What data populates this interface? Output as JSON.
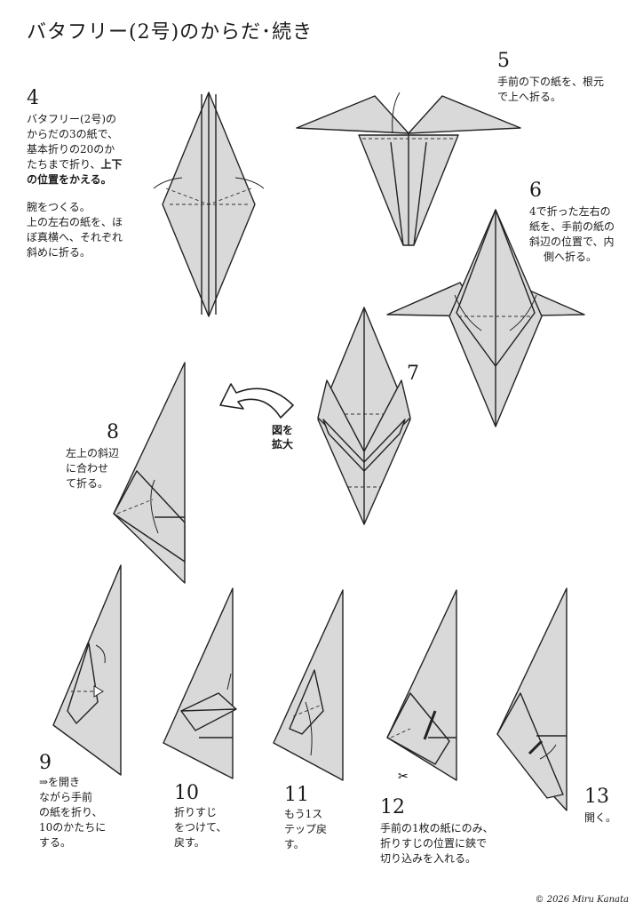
{
  "title": "バタフリー(2号)のからだ･続き",
  "steps": [
    {
      "num": "4",
      "lines": [
        "バタフリー(2号)の",
        "からだの3の紙で、",
        "基本折りの20のか"
      ],
      "line4_prefix": "たちまで折り、",
      "line4_bold": "上下",
      "line5_bold": "の位置をかえる。",
      "lines2": [
        "腕をつくる。",
        "上の左右の紙を、ほ",
        "ぼ真横へ、それぞれ",
        "斜めに折る。"
      ]
    },
    {
      "num": "5",
      "lines": [
        "手前の下の紙を、根元",
        "で上へ折る。"
      ]
    },
    {
      "num": "6",
      "lines": [
        "4で折った左右の",
        "紙を、手前の紙の",
        "斜辺の位置で、内",
        "側へ折る。"
      ]
    },
    {
      "num": "7",
      "lines": []
    },
    {
      "num": "8",
      "lines": [
        "左上の斜辺",
        "に合わせ",
        "て折る。"
      ]
    },
    {
      "num": "9",
      "lines": [
        "⇒を開き",
        "ながら手前",
        "の紙を折り、",
        "10のかたちに",
        "する。"
      ]
    },
    {
      "num": "10",
      "lines": [
        "折りすじ",
        "をつけて、",
        "戻す。"
      ]
    },
    {
      "num": "11",
      "lines": [
        "もう1ス",
        "テップ戻",
        "す。"
      ]
    },
    {
      "num": "12",
      "lines": [
        "手前の1枚の紙にのみ、",
        "折りすじの位置に鋏で",
        "切り込みを入れる。"
      ]
    },
    {
      "num": "13",
      "lines": [
        "開く。"
      ]
    }
  ],
  "enlarge": {
    "line1": "図を",
    "line2": "拡大"
  },
  "copyright": "© 2026 Miru Kanata",
  "icons": [
    "curved-arrow-icon",
    "scissors-icon",
    "open-arrow-icon"
  ]
}
